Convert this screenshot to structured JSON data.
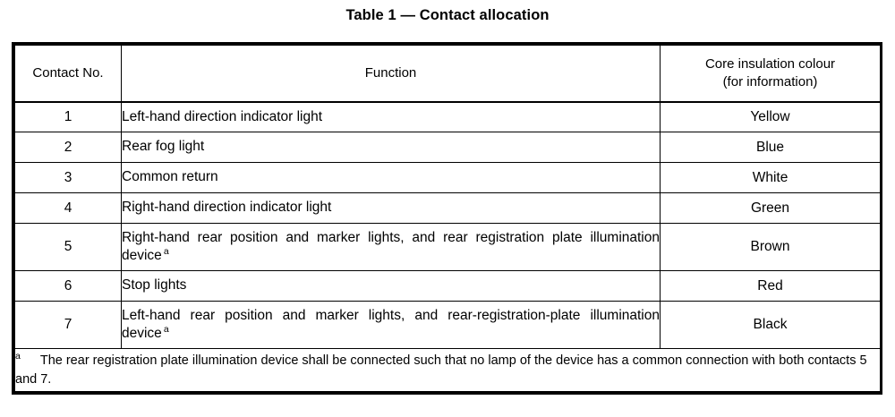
{
  "caption": {
    "text": "Table 1 — Contact allocation"
  },
  "table": {
    "headers": {
      "contact_no": "Contact No.",
      "function": "Function",
      "colour_main": "Core insulation colour",
      "colour_sub": "(for information)"
    },
    "rows": [
      {
        "contact_no": "1",
        "function": "Left-hand direction indicator light",
        "footnote_ref": "",
        "colour": "Yellow",
        "multiline": false
      },
      {
        "contact_no": "2",
        "function": "Rear fog light",
        "footnote_ref": "",
        "colour": "Blue",
        "multiline": false
      },
      {
        "contact_no": "3",
        "function": "Common return",
        "footnote_ref": "",
        "colour": "White",
        "multiline": false
      },
      {
        "contact_no": "4",
        "function": "Right-hand direction indicator light",
        "footnote_ref": "",
        "colour": "Green",
        "multiline": false
      },
      {
        "contact_no": "5",
        "function": "Right-hand rear position and marker lights, and rear registration plate illumination device",
        "footnote_ref": "a",
        "colour": "Brown",
        "multiline": true
      },
      {
        "contact_no": "6",
        "function": "Stop lights",
        "footnote_ref": "",
        "colour": "Red",
        "multiline": false
      },
      {
        "contact_no": "7",
        "function": "Left-hand rear position and marker lights, and rear-registration-plate illumination device",
        "footnote_ref": "a",
        "colour": "Black",
        "multiline": true
      }
    ],
    "footnote": {
      "marker": "a",
      "text": "The rear registration plate illumination device shall be connected such that no lamp of the device has a common connection with both contacts 5 and 7."
    }
  },
  "colors": {
    "border": "#000000",
    "text": "#000000",
    "background": "#ffffff"
  }
}
